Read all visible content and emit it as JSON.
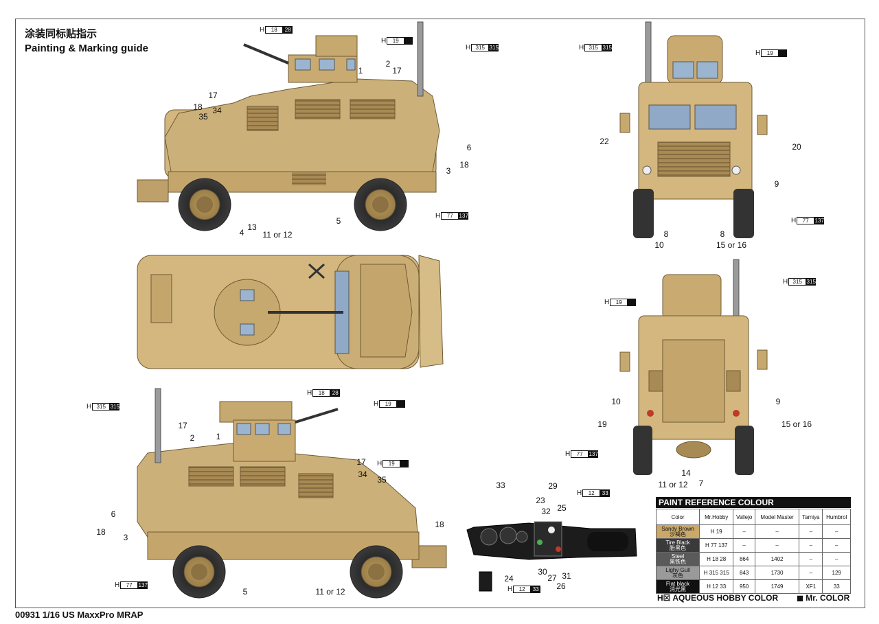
{
  "header": {
    "title_cn": "涂装同标贴指示",
    "title_en": "Painting & Marking guide"
  },
  "footer": {
    "text": "00931 1/16 US MaxxPro MRAP"
  },
  "paint_table": {
    "heading": "PAINT  REFERENCE COLOUR",
    "columns": [
      "Color",
      "Mr.Hobby",
      "Vallejo",
      "Model Master",
      "Tamiya",
      "Humbrol"
    ],
    "rows": [
      {
        "color": "Sandy Brown",
        "color_cn": "沙褐色",
        "swatch": "#c9a86a",
        "h": "19",
        "vallejo": "–",
        "model_master": "–",
        "tamiya": "–",
        "humbrol": "–"
      },
      {
        "color": "Tire Black",
        "color_cn": "胎黑色",
        "swatch": "#3a3a3a",
        "h": "77",
        "c": "137",
        "vallejo": "–",
        "model_master": "–",
        "tamiya": "–",
        "humbrol": "–"
      },
      {
        "color": "Steel",
        "color_cn": "黑铁色",
        "swatch": "#5a5a5a",
        "h": "18",
        "c": "28",
        "vallejo": "864",
        "model_master": "1402",
        "tamiya": "–",
        "humbrol": "–"
      },
      {
        "color": "Lighy Gull",
        "color_cn": "灰色",
        "swatch": "#9a9a9a",
        "h": "315",
        "c": "315",
        "vallejo": "843",
        "model_master": "1730",
        "tamiya": "–",
        "humbrol": "129"
      },
      {
        "color": "Flat black",
        "color_cn": "消光黑",
        "swatch": "#111111",
        "h": "12",
        "c": "33",
        "vallejo": "950",
        "model_master": "1749",
        "tamiya": "XF1",
        "humbrol": "33"
      }
    ],
    "legend_aqueous": "AQUEOUS HOBBY COLOR",
    "legend_mr": "Mr. COLOR",
    "legend_h": "H"
  },
  "tags": [
    {
      "h": "18",
      "c": "28"
    },
    {
      "h": "19"
    },
    {
      "h": "315",
      "c": "315"
    },
    {
      "h": "77",
      "c": "137"
    },
    {
      "h": "315",
      "c": "315"
    },
    {
      "h": "19"
    },
    {
      "h": "77",
      "c": "137"
    },
    {
      "h": "19"
    },
    {
      "h": "315",
      "c": "315"
    },
    {
      "h": "18",
      "c": "28"
    },
    {
      "h": "19"
    },
    {
      "h": "77",
      "c": "137"
    },
    {
      "h": "315",
      "c": "315"
    },
    {
      "h": "19"
    },
    {
      "h": "77",
      "c": "137"
    },
    {
      "h": "12",
      "c": "33"
    },
    {
      "h": "12",
      "c": "33"
    }
  ],
  "callouts": {
    "side1": [
      "1",
      "2",
      "17",
      "17",
      "18",
      "35",
      "34",
      "6",
      "18",
      "3",
      "4",
      "13",
      "11 or 12",
      "5"
    ],
    "front": [
      "22",
      "20",
      "9",
      "10",
      "8",
      "8",
      "15 or 16"
    ],
    "rear": [
      "10",
      "9",
      "19",
      "15 or 16",
      "11 or 12",
      "14",
      "7"
    ],
    "side2": [
      "17",
      "2",
      "1",
      "6",
      "18",
      "3",
      "5",
      "17",
      "34",
      "35",
      "18",
      "11 or 12"
    ],
    "dash": [
      "33",
      "29",
      "23",
      "32",
      "25",
      "30",
      "27",
      "31",
      "26",
      "24"
    ]
  }
}
